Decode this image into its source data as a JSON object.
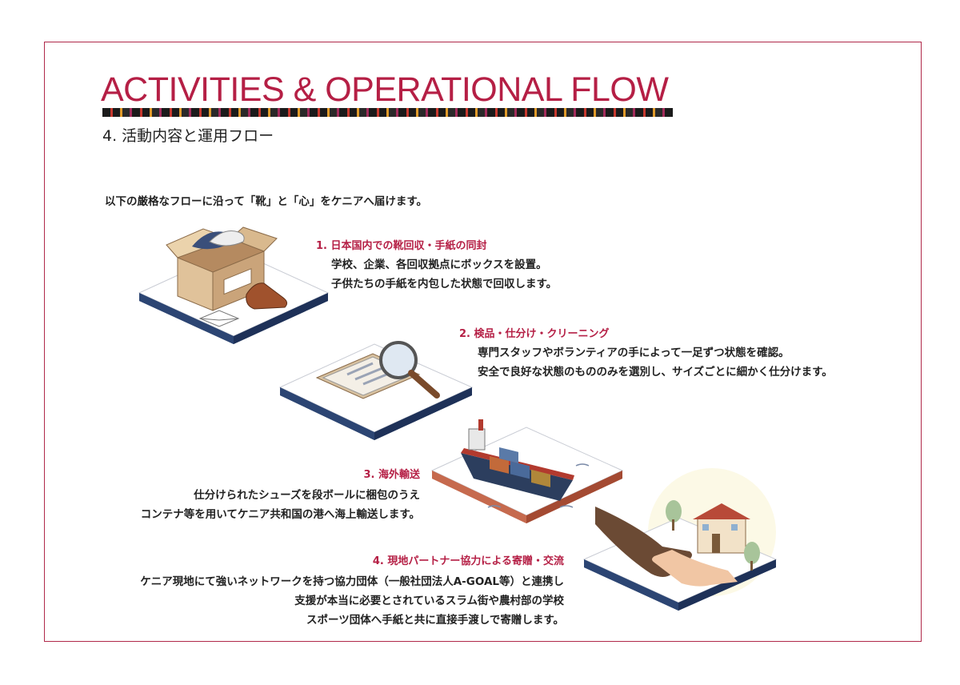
{
  "header": {
    "title": "ACTIVITIES & OPERATIONAL FLOW",
    "subtitle": "4. 活動内容と運用フロー"
  },
  "intro": "以下の厳格なフローに沿って「靴」と「心」をケニアへ届けます。",
  "steps": [
    {
      "title": "1. 日本国内での靴回収・手紙の同封",
      "lines": [
        "学校、企業、各回収拠点にボックスを設置。",
        "子供たちの手紙を内包した状態で回収します。"
      ]
    },
    {
      "title": "2. 検品・仕分け・クリーニング",
      "lines": [
        "専門スタッフやボランティアの手によって一足ずつ状態を確認。",
        "安全で良好な状態のもののみを選別し、サイズごとに細かく仕分けます。"
      ]
    },
    {
      "title": "3. 海外輸送",
      "lines": [
        "仕分けられたシューズを段ボールに梱包のうえ",
        "コンテナ等を用いてケニア共和国の港へ海上輸送します。"
      ]
    },
    {
      "title": "4. 現地パートナー協力による寄贈・交流",
      "lines": [
        "ケニア現地にて強いネットワークを持つ協力団体（一般社団法人A-GOAL等）と連携し",
        "支援が本当に必要とされているスラム街や農村部の学校",
        "スポーツ団体へ手紙と共に直接手渡しで寄贈します。"
      ]
    }
  ],
  "colors": {
    "accent": "#b51f45",
    "platform_navy": "#243a63",
    "platform_rust": "#b9583e"
  },
  "icons": [
    "shoe-box-icon",
    "magnifier-document-icon",
    "cargo-ship-icon",
    "handshake-school-icon"
  ]
}
